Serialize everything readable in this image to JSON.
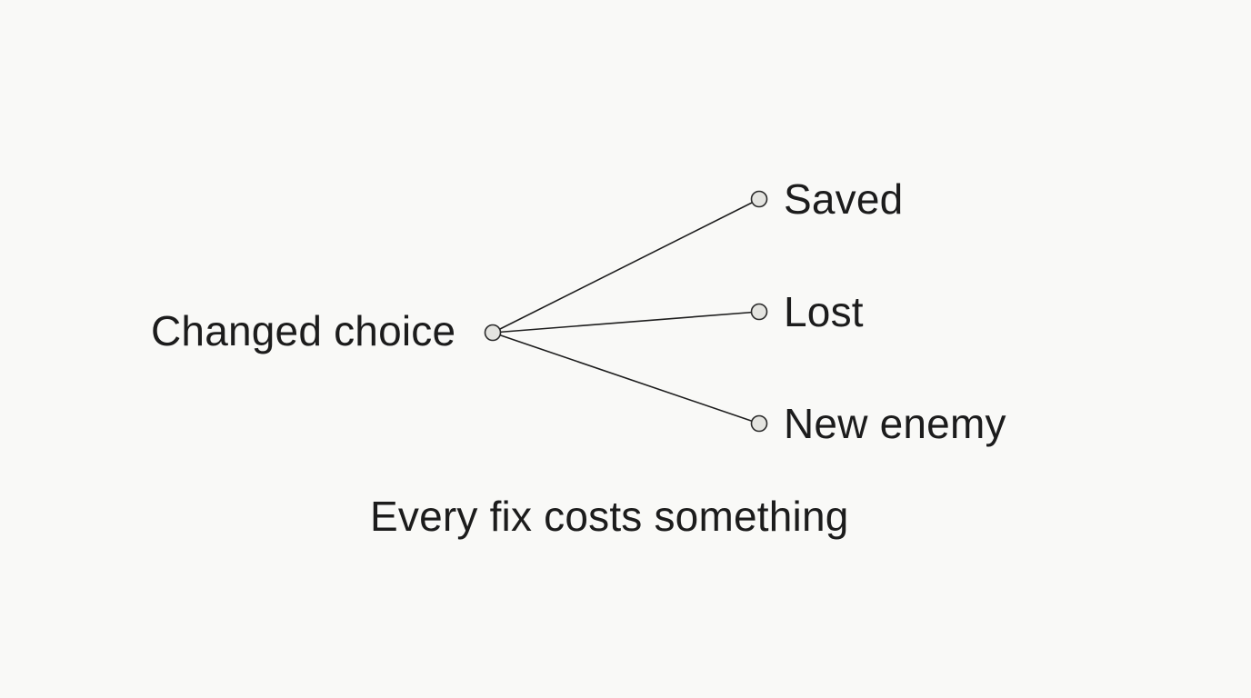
{
  "diagram": {
    "source": {
      "label": "Changed choice"
    },
    "branches": [
      {
        "label": "Saved"
      },
      {
        "label": "Lost"
      },
      {
        "label": "New enemy"
      }
    ],
    "caption": "Every fix costs something"
  },
  "colors": {
    "background": "#f9f9f7",
    "text": "#1c1c1c",
    "line": "#1e1e1e",
    "node_fill": "#e4e4e0"
  }
}
